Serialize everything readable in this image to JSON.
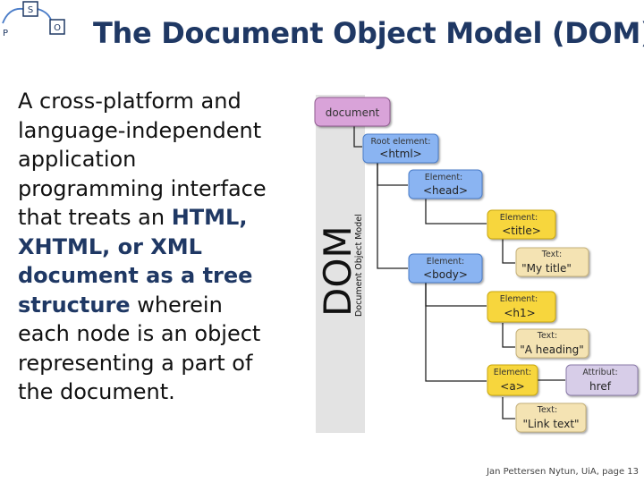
{
  "logo": {
    "s": "S",
    "p": "P",
    "o": "O"
  },
  "title": "The Document Object Model (DOM)",
  "body": {
    "part1": "A cross-platform and language-independent application programming interface that treats an ",
    "highlight": "HTML, XHTML, or XML document as a tree structure",
    "part2": " wherein each node is an object representing a part of the document."
  },
  "diagram": {
    "side_title": "DOM",
    "side_subtitle": "Document Object Model",
    "colors": {
      "purple": "#d9a3d9",
      "blue": "#8ab4f2",
      "yellow": "#f7d63c",
      "beige": "#f4e3b3",
      "lavender": "#d7cde8"
    },
    "nodes": {
      "document": {
        "label": "document"
      },
      "root": {
        "label": "Root element:",
        "value": "<html>"
      },
      "head": {
        "label": "Element:",
        "value": "<head>"
      },
      "title_el": {
        "label": "Element:",
        "value": "<title>"
      },
      "title_text": {
        "label": "Text:",
        "value": "\"My title\""
      },
      "body": {
        "label": "Element:",
        "value": "<body>"
      },
      "h1": {
        "label": "Element:",
        "value": "<h1>"
      },
      "h1_text": {
        "label": "Text:",
        "value": "\"A heading\""
      },
      "a": {
        "label": "Element:",
        "value": "<a>"
      },
      "attr": {
        "label": "Attribut:",
        "value": "href"
      },
      "a_text": {
        "label": "Text:",
        "value": "\"Link text\""
      }
    }
  },
  "footer": "Jan Pettersen Nytun, UiA, page 13"
}
